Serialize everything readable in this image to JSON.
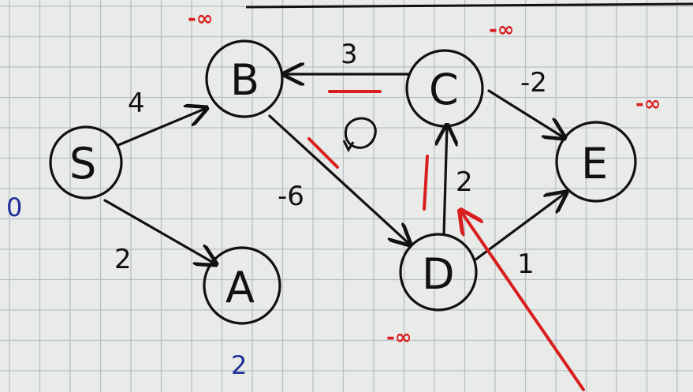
{
  "nodes": [
    {
      "id": "S",
      "label": "S"
    },
    {
      "id": "A",
      "label": "A"
    },
    {
      "id": "B",
      "label": "B"
    },
    {
      "id": "C",
      "label": "C"
    },
    {
      "id": "D",
      "label": "D"
    },
    {
      "id": "E",
      "label": "E"
    }
  ],
  "edges": [
    {
      "from": "S",
      "to": "B",
      "weight": "4"
    },
    {
      "from": "S",
      "to": "A",
      "weight": "2"
    },
    {
      "from": "C",
      "to": "B",
      "weight": "3"
    },
    {
      "from": "B",
      "to": "D",
      "weight": "-6"
    },
    {
      "from": "D",
      "to": "C",
      "weight": "2"
    },
    {
      "from": "C",
      "to": "E",
      "weight": "-2"
    },
    {
      "from": "D",
      "to": "E",
      "weight": "1"
    }
  ],
  "distances": {
    "S": "0",
    "A": "2",
    "B": "-∞",
    "C": "-∞",
    "D": "-∞",
    "E": "-∞"
  },
  "annotation_colors": {
    "ink": "#111111",
    "red": "#d81e1e",
    "blue": "#1f2f9a",
    "grid": "#b9bfc6"
  }
}
